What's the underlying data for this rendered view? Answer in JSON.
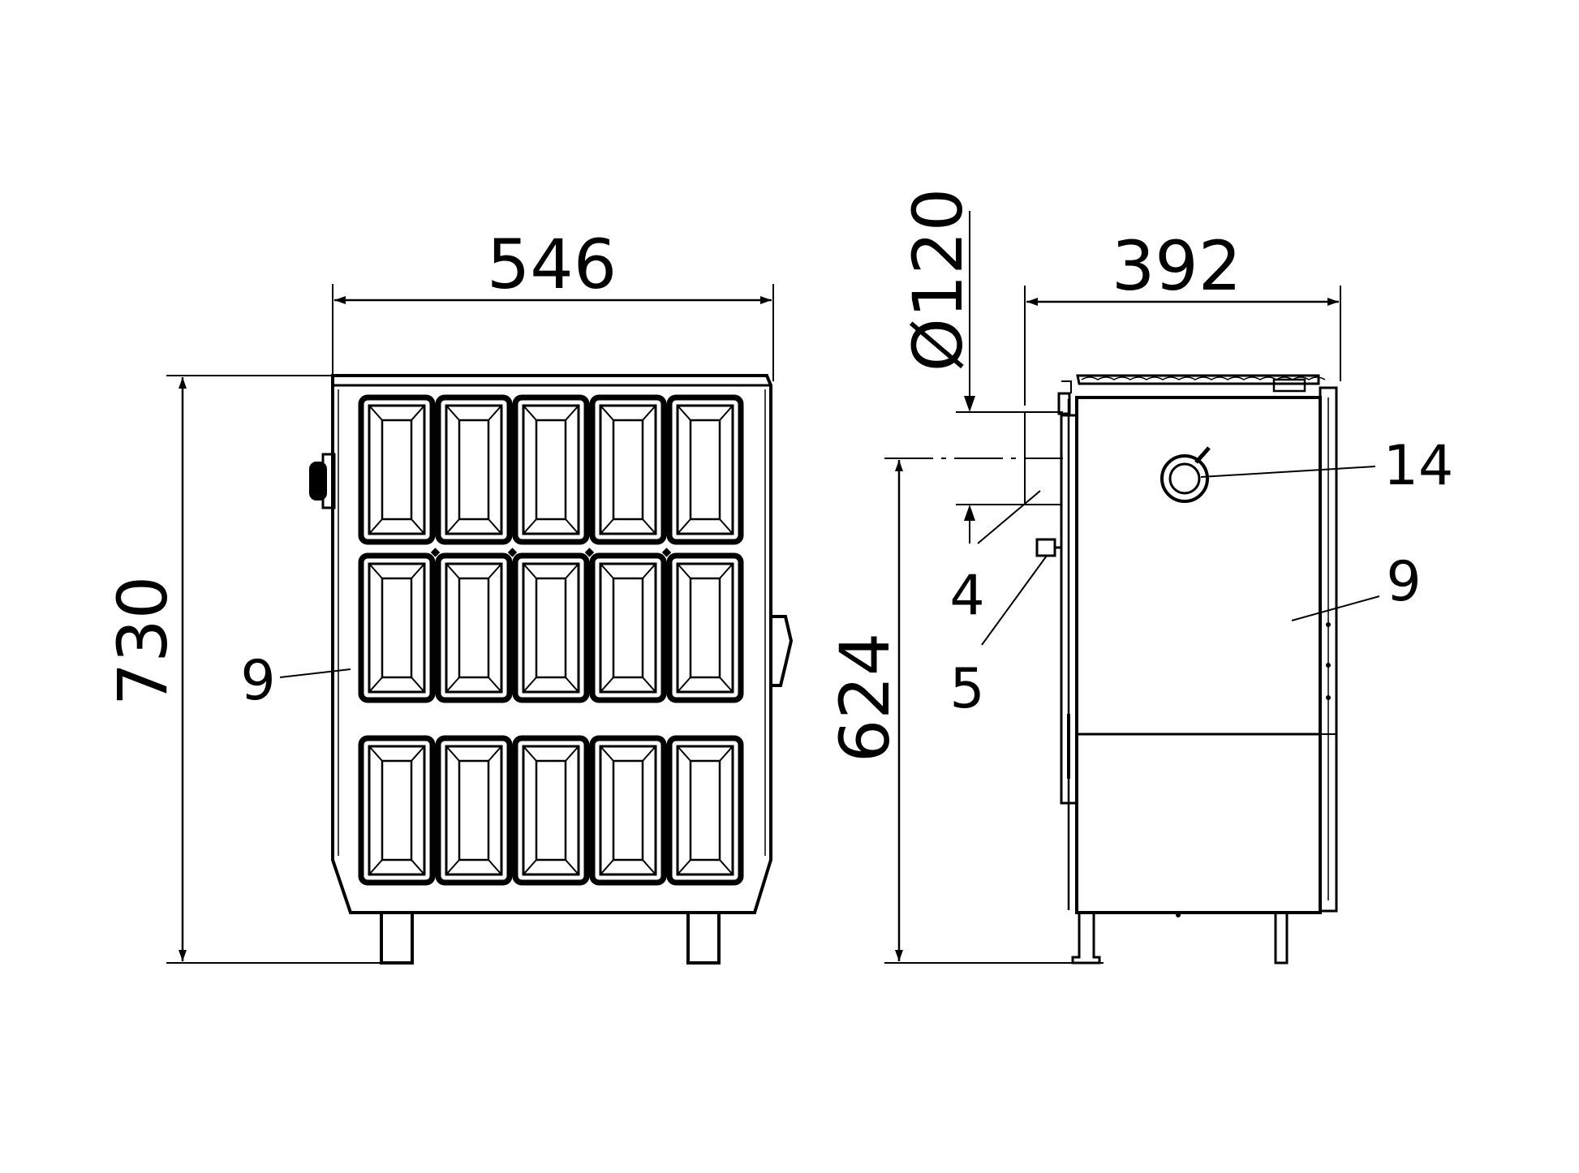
{
  "drawing": {
    "colors": {
      "ink": "#000000",
      "background": "#ffffff",
      "body_fill": "#ffffff",
      "tile_fill": "#ffffff"
    },
    "front_view": {
      "width_dim": "546",
      "height_dim": "730",
      "callout_tiles": "9",
      "tile_rows": 3,
      "tile_cols": 5
    },
    "side_view": {
      "depth_dim": "392",
      "flue_dim": "Ø120",
      "flue_height_dim": "624",
      "callout_air_control": "14",
      "callout_panel": "9",
      "callout_flue": "4",
      "callout_connector": "5"
    }
  }
}
